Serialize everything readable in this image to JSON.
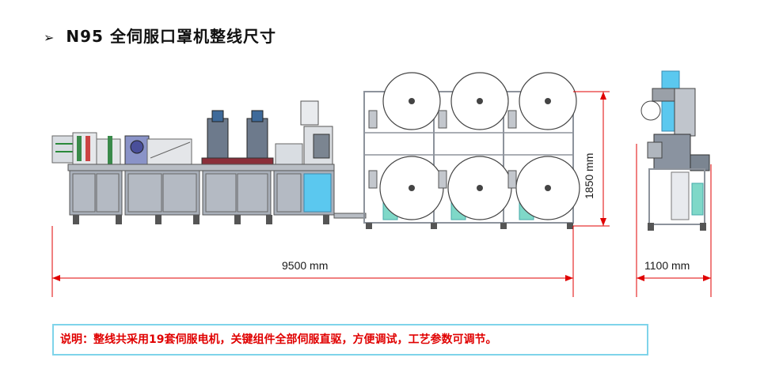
{
  "title": {
    "bullet": "➢",
    "text": "N95 全伺服口罩机整线尺寸"
  },
  "dimensions": {
    "length": "9500 mm",
    "height": "1850 mm",
    "width": "1100 mm"
  },
  "note": "说明：整线共采用19套伺服电机，关键组件全部伺服直驱，方便调试，工艺参数可调节。",
  "colors": {
    "dimension_line": "#e00000",
    "frame": "#a8aeb8",
    "panel_blue": "#5bc8ef",
    "teal_panel": "#7fd8c8",
    "note_border": "#7fd4ea"
  }
}
